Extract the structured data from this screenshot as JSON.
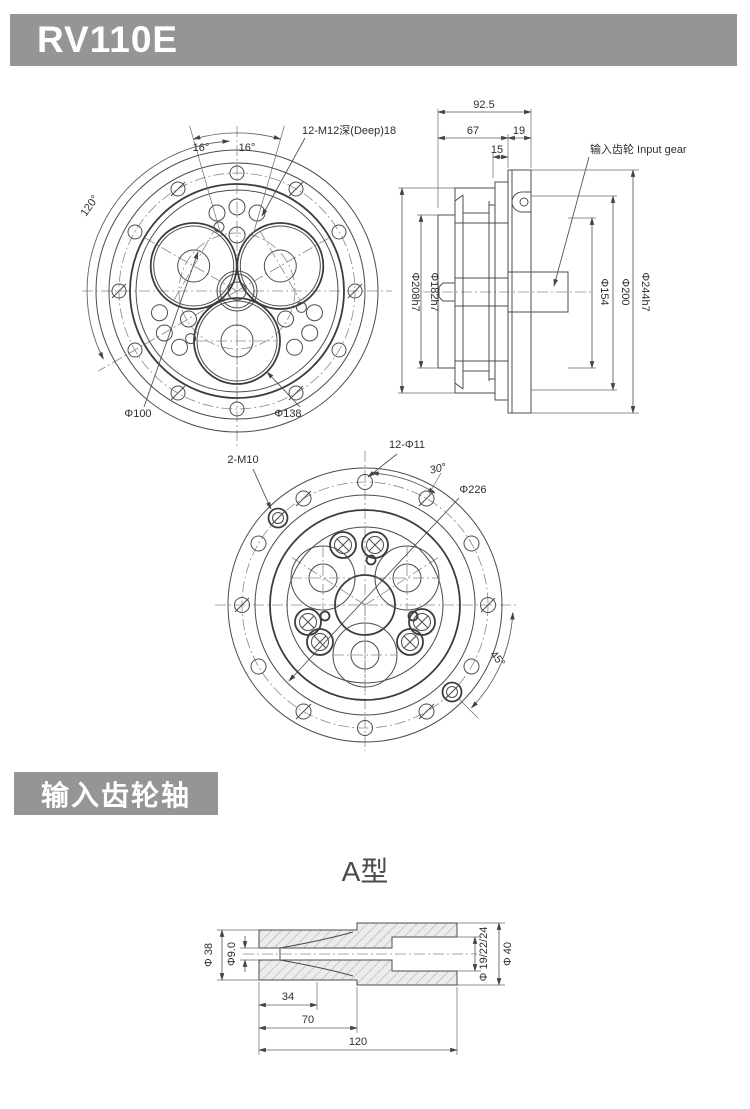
{
  "header": {
    "model": "RV110E"
  },
  "section2": {
    "title": "输入齿轮轴",
    "variant": "A型"
  },
  "front_view": {
    "angle_left": "16°",
    "angle_right": "16°",
    "angle_span": "120°",
    "tap_note": "12-M12深(Deep)18",
    "dia_100": "Φ100",
    "dia_138": "Φ138"
  },
  "side_view": {
    "dim_overall": "92.5",
    "dim_body": "67",
    "dim_flange": "19",
    "dim_inner": "15",
    "gear_label": "输入齿轮 Input gear",
    "dia_208": "Φ208h7",
    "dia_182": "Φ182h7",
    "dia_154": "Φ154",
    "dia_200": "Φ200",
    "dia_244": "Φ244h7"
  },
  "output_view": {
    "tap_note": "2-M10",
    "hole_note": "12-Φ11",
    "angle_30": "30°",
    "dia_226": "Φ226",
    "angle_45": "45°"
  },
  "shaft_view": {
    "dia_38": "Φ 38",
    "dia_9": "Φ9.0",
    "dia_bore": "Φ 19/22/24",
    "dia_40": "Φ 40",
    "len_34": "34",
    "len_70": "70",
    "len_120": "120"
  }
}
